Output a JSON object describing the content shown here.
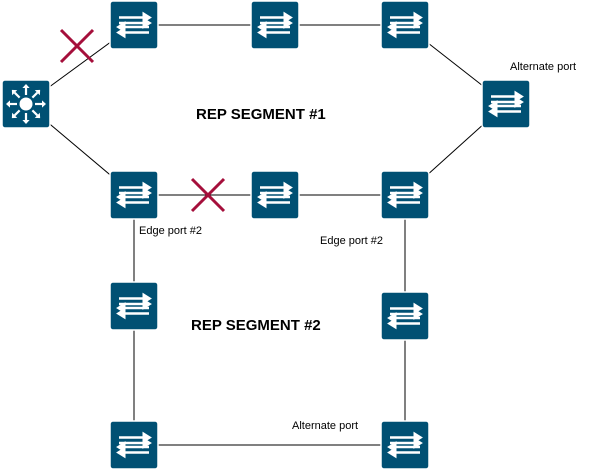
{
  "diagram": {
    "colors": {
      "device_fill": "#005073",
      "device_stroke": "#ffffff",
      "glyph": "#ffffff",
      "link": "#000000",
      "blocked_mark": "#a50f3b"
    },
    "labels": {
      "segment1": "REP SEGMENT #1",
      "segment2": "REP SEGMENT #2",
      "alternate_port_top": "Alternate port",
      "alternate_port_bottom": "Alternate port",
      "edge_port_left": "Edge port #2",
      "edge_port_right": "Edge port #2"
    },
    "devices": [
      {
        "id": "core",
        "icon": "layer3-switch-icon"
      },
      {
        "id": "s1-top-1",
        "icon": "workgroup-switch-icon"
      },
      {
        "id": "s1-top-2",
        "icon": "workgroup-switch-icon"
      },
      {
        "id": "s1-top-3",
        "icon": "workgroup-switch-icon"
      },
      {
        "id": "s1-alt",
        "icon": "workgroup-switch-icon"
      },
      {
        "id": "s1-bot-1",
        "icon": "workgroup-switch-icon"
      },
      {
        "id": "s1-bot-2",
        "icon": "workgroup-switch-icon"
      },
      {
        "id": "s1-bot-3",
        "icon": "workgroup-switch-icon"
      },
      {
        "id": "s2-left-mid",
        "icon": "workgroup-switch-icon"
      },
      {
        "id": "s2-right-mid",
        "icon": "workgroup-switch-icon"
      },
      {
        "id": "s2-left-bot",
        "icon": "workgroup-switch-icon"
      },
      {
        "id": "s2-right-bot",
        "icon": "workgroup-switch-icon"
      }
    ],
    "links": [
      [
        "core",
        "s1-top-1"
      ],
      [
        "core",
        "s1-bot-1"
      ],
      [
        "s1-top-1",
        "s1-top-2"
      ],
      [
        "s1-top-2",
        "s1-top-3"
      ],
      [
        "s1-top-3",
        "s1-alt"
      ],
      [
        "s1-alt",
        "s1-bot-3"
      ],
      [
        "s1-bot-1",
        "s1-bot-2"
      ],
      [
        "s1-bot-2",
        "s1-bot-3"
      ],
      [
        "s1-bot-1",
        "s2-left-mid"
      ],
      [
        "s2-left-mid",
        "s2-left-bot"
      ],
      [
        "s2-left-bot",
        "s2-right-bot"
      ],
      [
        "s2-right-bot",
        "s2-right-mid"
      ],
      [
        "s2-right-mid",
        "s1-bot-3"
      ]
    ],
    "blocked_marks": [
      {
        "id": "blocked-core-link",
        "icon": "blocked-x-icon"
      },
      {
        "id": "blocked-segment-link",
        "icon": "blocked-x-icon"
      }
    ]
  }
}
